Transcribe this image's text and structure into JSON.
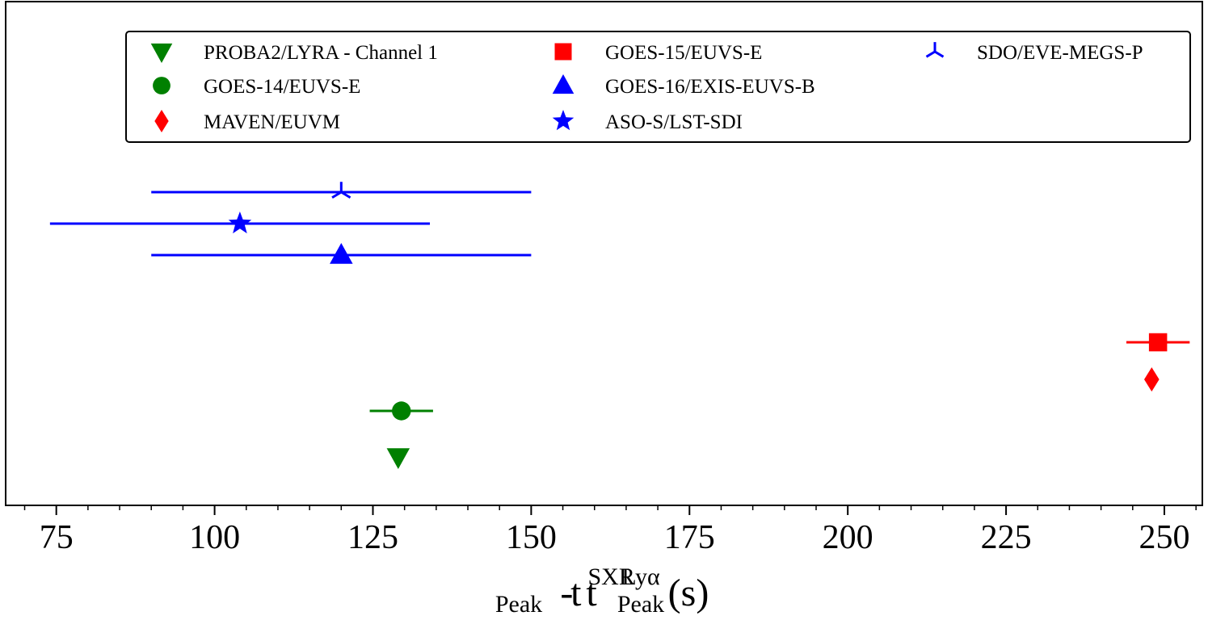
{
  "chart_data": {
    "type": "scatter",
    "title": "",
    "xlabel": {
      "first_symbol": "t",
      "first_superscript": "SXR",
      "first_subscript": "Peak",
      "separator": "-",
      "second_symbol": "t",
      "second_superscript": "Lyα",
      "second_subscript": "Peak",
      "unit": "(s)"
    },
    "ylabel": "",
    "xlim": [
      67,
      256
    ],
    "x_ticks": [
      75,
      100,
      125,
      150,
      175,
      200,
      225,
      250
    ],
    "x_minor_step": 5,
    "y_ticks": [],
    "grid": false,
    "legend_position": "top",
    "legend_columns": 3,
    "series": [
      {
        "name": "PROBA2/LYRA - Channel 1",
        "marker": "triangle-down",
        "color": "#008000",
        "x": 129.0,
        "xerr": 0.0,
        "row": 1
      },
      {
        "name": "GOES-14/EUVS-E",
        "marker": "circle",
        "color": "#008000",
        "x": 129.5,
        "xerr": 5.0,
        "row": 2
      },
      {
        "name": "MAVEN/EUVM",
        "marker": "diamond",
        "color": "#ff0000",
        "x": 248.0,
        "xerr": 0.0,
        "row": 3
      },
      {
        "name": "GOES-15/EUVS-E",
        "marker": "square",
        "color": "#ff0000",
        "x": 249.0,
        "xerr": 5.0,
        "row": 4
      },
      {
        "name": "GOES-16/EXIS-EUVS-B",
        "marker": "triangle-up",
        "color": "#0000ff",
        "x": 120.0,
        "xerr": 30.0,
        "row": 5
      },
      {
        "name": "ASO-S/LST-SDI",
        "marker": "star",
        "color": "#0000ff",
        "x": 104.0,
        "xerr": 30.0,
        "row": 6
      },
      {
        "name": "SDO/EVE-MEGS-P",
        "marker": "tri-down",
        "color": "#0000ff",
        "x": 120.0,
        "xerr": 30.0,
        "row": 7
      }
    ]
  }
}
